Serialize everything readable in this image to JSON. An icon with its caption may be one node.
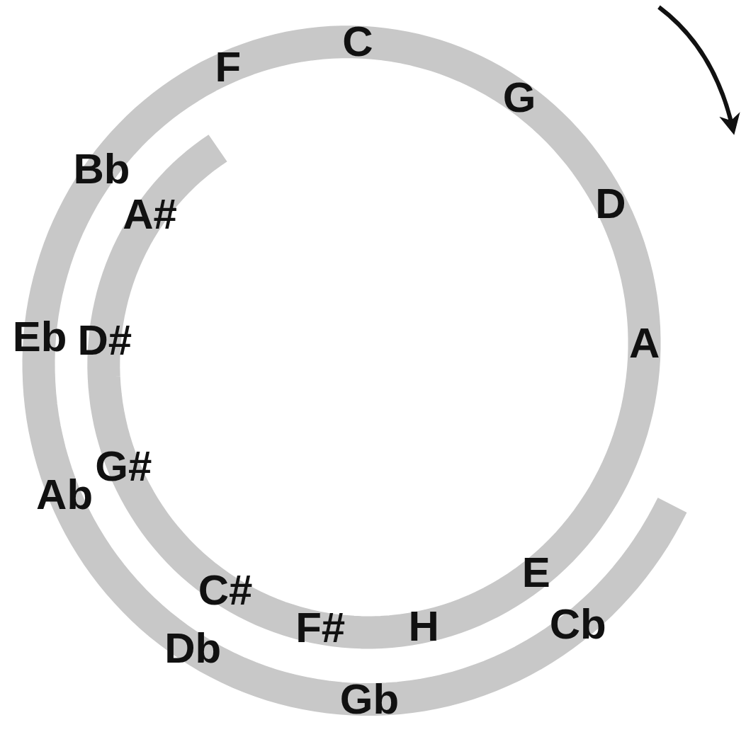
{
  "diagram": {
    "labels": [
      "C",
      "F",
      "G",
      "Bb",
      "A#",
      "D",
      "Eb",
      "D#",
      "A",
      "G#",
      "Ab",
      "E",
      "C#",
      "H",
      "Db",
      "F#",
      "Cb",
      "Gb"
    ]
  }
}
